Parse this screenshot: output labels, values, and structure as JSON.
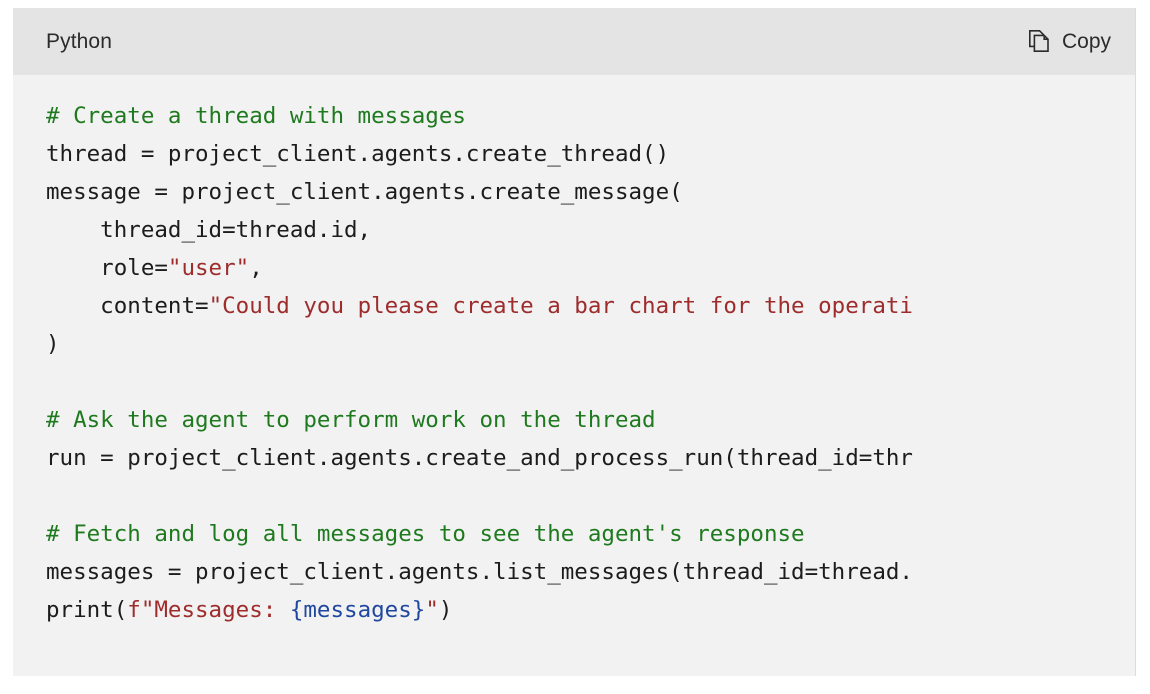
{
  "code_block": {
    "header": {
      "language": "Python",
      "copy_label": "Copy",
      "copy_icon": "copy-pages-icon"
    },
    "colors": {
      "header_bg": "#e4e4e4",
      "body_bg": "#f2f2f2",
      "text": "#1c1c1c",
      "comment": "#1f7a1f",
      "string": "#9e2c2c",
      "interpolation": "#2047a0"
    },
    "lines": [
      {
        "index": 1,
        "text": "# Create a thread with messages",
        "tokens": [
          {
            "t": "comment",
            "v": "# Create a thread with messages"
          }
        ]
      },
      {
        "index": 2,
        "text": "thread = project_client.agents.create_thread()",
        "tokens": [
          {
            "t": "plain",
            "v": "thread = project_client.agents.create_thread()"
          }
        ]
      },
      {
        "index": 3,
        "text": "message = project_client.agents.create_message(",
        "tokens": [
          {
            "t": "plain",
            "v": "message = project_client.agents.create_message("
          }
        ]
      },
      {
        "index": 4,
        "text": "    thread_id=thread.id,",
        "tokens": [
          {
            "t": "plain",
            "v": "    thread_id=thread.id,"
          }
        ]
      },
      {
        "index": 5,
        "text": "    role=\"user\",",
        "tokens": [
          {
            "t": "plain",
            "v": "    role="
          },
          {
            "t": "string",
            "v": "\"user\""
          },
          {
            "t": "plain",
            "v": ","
          }
        ]
      },
      {
        "index": 6,
        "text": "    content=\"Could you please create a bar chart for the operati",
        "tokens": [
          {
            "t": "plain",
            "v": "    content="
          },
          {
            "t": "string",
            "v": "\"Could you please create a bar chart for the operati"
          }
        ]
      },
      {
        "index": 7,
        "text": ")",
        "tokens": [
          {
            "t": "plain",
            "v": ")"
          }
        ]
      },
      {
        "index": 8,
        "text": "",
        "tokens": []
      },
      {
        "index": 9,
        "text": "# Ask the agent to perform work on the thread",
        "tokens": [
          {
            "t": "comment",
            "v": "# Ask the agent to perform work on the thread"
          }
        ]
      },
      {
        "index": 10,
        "text": "run = project_client.agents.create_and_process_run(thread_id=thr",
        "tokens": [
          {
            "t": "plain",
            "v": "run = project_client.agents.create_and_process_run(thread_id=thr"
          }
        ]
      },
      {
        "index": 11,
        "text": "",
        "tokens": []
      },
      {
        "index": 12,
        "text": "# Fetch and log all messages to see the agent's response",
        "tokens": [
          {
            "t": "comment",
            "v": "# Fetch and log all messages to see the agent's response"
          }
        ]
      },
      {
        "index": 13,
        "text": "messages = project_client.agents.list_messages(thread_id=thread.",
        "tokens": [
          {
            "t": "plain",
            "v": "messages = project_client.agents.list_messages(thread_id=thread."
          }
        ]
      },
      {
        "index": 14,
        "text": "print(f\"Messages: {messages}\")",
        "tokens": [
          {
            "t": "plain",
            "v": "print("
          },
          {
            "t": "string",
            "v": "f\"Messages: "
          },
          {
            "t": "interp",
            "v": "{messages}"
          },
          {
            "t": "string",
            "v": "\""
          },
          {
            "t": "plain",
            "v": ")"
          }
        ]
      }
    ]
  }
}
